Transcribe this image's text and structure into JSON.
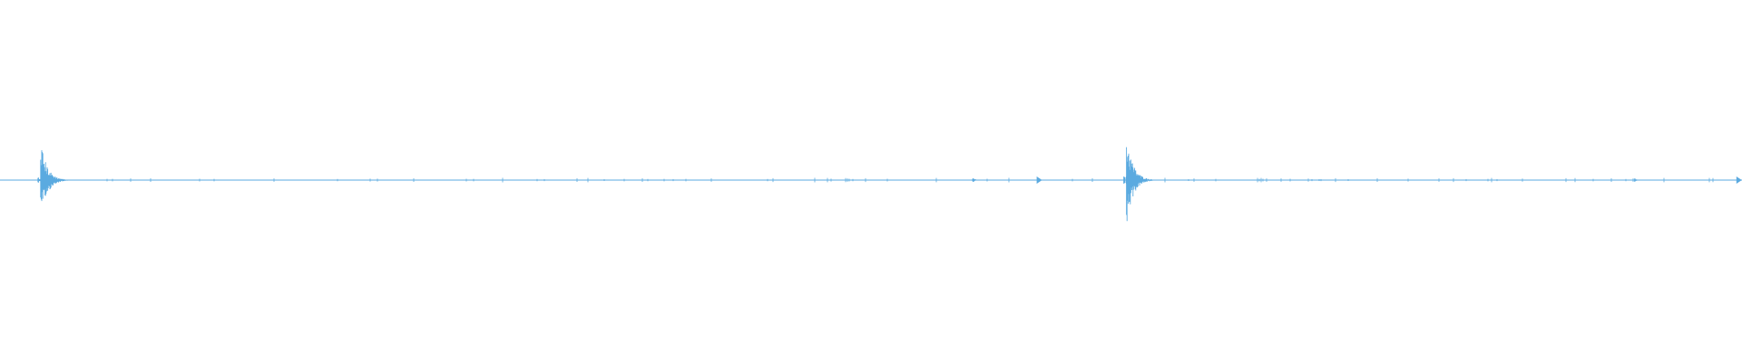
{
  "waveform": {
    "color": "#5aaae0",
    "background": "#ffffff",
    "view_duration_s": 60,
    "peaks": [
      {
        "time_s": 1.4,
        "amplitude_up": 0.22,
        "amplitude_down": 0.23,
        "decay_s": 1.2
      },
      {
        "time_s": 38.8,
        "amplitude_up": 0.26,
        "amplitude_down": 0.26,
        "decay_s": 1.2
      },
      {
        "time_s": 33.5,
        "amplitude_up": 0.012,
        "amplitude_down": 0.012,
        "decay_s": 0.6
      },
      {
        "time_s": 56.3,
        "amplitude_up": 0.01,
        "amplitude_down": 0.01,
        "decay_s": 0.4
      }
    ],
    "markers": [
      {
        "time_s": 35.8,
        "type": "flag"
      },
      {
        "time_s": 59.9,
        "type": "flag"
      }
    ]
  }
}
